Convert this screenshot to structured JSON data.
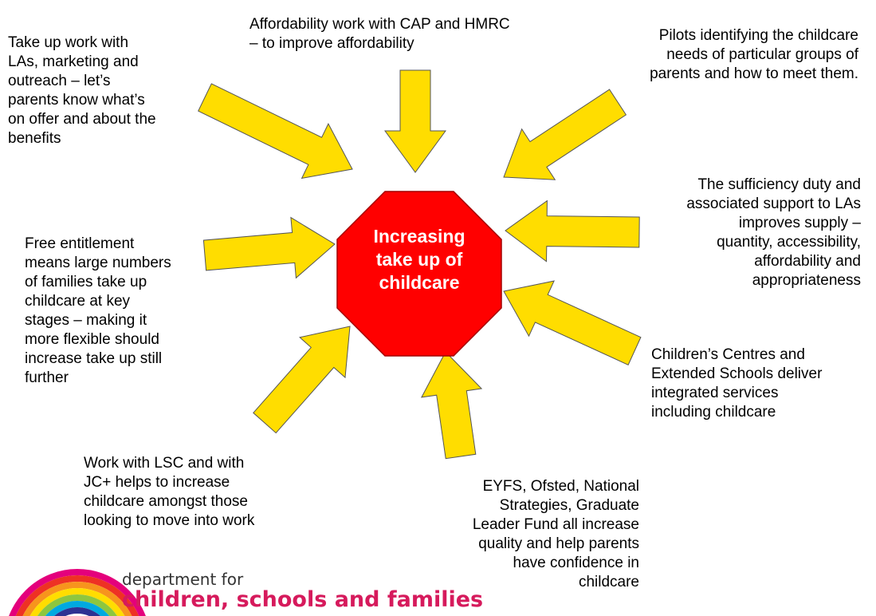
{
  "center": {
    "label": "Increasing\ntake up of\nchildcare",
    "fill": "#ff0000"
  },
  "arrow_color": "#ffdd00",
  "notes": {
    "take_up": "Take up work with\nLAs, marketing and\noutreach – let’s\nparents know what’s\non offer and about the\nbenefits",
    "affordability": "Affordability work with CAP and HMRC\n– to improve affordability",
    "pilots": "Pilots identifying the childcare\nneeds of particular groups of\nparents and how to meet them.",
    "sufficiency": "The sufficiency duty and\nassociated support to LAs\nimproves supply –\nquantity, accessibility,\naffordability and\nappropriateness",
    "free_entitlement": "Free entitlement\nmeans large numbers\nof families take up\nchildcare at key\nstages – making it\nmore flexible should\nincrease take up still\nfurther",
    "centres": "Children’s Centres and\nExtended Schools deliver\nintegrated services\nincluding childcare",
    "work_lsc": "Work with LSC and with\nJC+ helps to increase\nchildcare amongst those\nlooking to move into work",
    "eyfs": "EYFS, Ofsted, National\nStrategies, Graduate\nLeader Fund all increase\nquality and help parents\nhave confidence in\nchildcare"
  },
  "logo": {
    "line1": "department for",
    "line2": "children, schools and families",
    "rainbow_colors": [
      "#e4007c",
      "#ee3124",
      "#f7941d",
      "#ffdd00",
      "#8dc63f",
      "#00a9e0",
      "#2e3192"
    ]
  }
}
